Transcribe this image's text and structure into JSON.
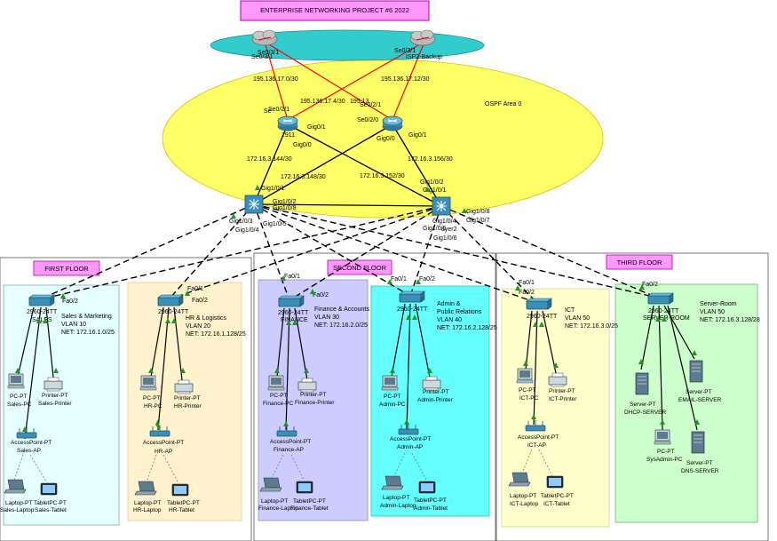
{
  "title": "ENTERPRISE NETWORKING PROJECT #6 2022",
  "isp": {
    "left_label": "Se0/3/1",
    "right_label": "Se0/3/1",
    "left_partial": "Se0/3/1",
    "right_top": "Se0/3/1",
    "backup_label": "ISP2-Backup"
  },
  "area": {
    "label": "OSPF Area 0"
  },
  "wan": {
    "net1": "195.136.17.0/30",
    "net2": "195.136.17.4/30",
    "net3": "195.13",
    "net4": "195.136.17.12/30"
  },
  "routers": {
    "r1": {
      "name": "2911",
      "se_a": "Se0/2/1",
      "se_b": "Se",
      "gig1": "Gig0/1",
      "gig0": "Gig0/0"
    },
    "r2": {
      "se_a": "Se0/2/1",
      "se_b": "Se0/2/0",
      "gig0": "Gig0/0",
      "gig1": "Gig0/1"
    }
  },
  "links": {
    "l1": "172.16.3.144/30",
    "l2": "172.16.3.148/30",
    "l3": "172.16.3.152/30",
    "l4": "172.16.3.156/30"
  },
  "core": {
    "c1": {
      "p1": "Gig1/0/1",
      "p2": "Gig1/0/2",
      "p3": "Gig1/0/8",
      "p4": "Gig1/0/3",
      "p5": "Gig1/0/4",
      "p6": "Gig1/0/5"
    },
    "c2": {
      "p1": "Gig1/0/2",
      "p2": "Gig1/0/1",
      "p3": "Gig1/0/8",
      "p4": "Gig1/0/7",
      "p5": "Gig1/0/5",
      "p6": "Gig1/0/6",
      "p7": "Gig1/0/4",
      "p8": "ayer2"
    }
  },
  "floors": {
    "first": "FIRST FLOOR",
    "second": "SECOND FLOOR",
    "third": "THIRD FLOOR"
  },
  "departments": [
    {
      "switch": "2960-24TT",
      "switch_name": "SALES",
      "port": "Fa0/2",
      "name": "Sales & Marketing",
      "vlan": "VLAN 10",
      "net": "NET: 172.16.1.0/25",
      "pc_type": "PC-PT",
      "pc": "Sales-PC",
      "printer_type": "Printer-PT",
      "printer": "Sales-Printer",
      "ap_type": "AccessPoint-PT",
      "ap": "Sales-AP",
      "laptop_type": "Laptop-PT",
      "laptop": "Sales-Laptop",
      "tablet_type": "TabletPC-PT",
      "tablet": "Sales-Tablet"
    },
    {
      "switch": "2960-24TT",
      "switch_name": "",
      "port": "Fa0/1",
      "port2": "Fa0/2",
      "name": "HR & Logistics",
      "vlan": "VLAN 20",
      "net": "NET: 172.16.1.128/25",
      "pc_type": "PC-PT",
      "pc": "HR-PC",
      "printer_type": "Printer-PT",
      "printer": "HR-Printer",
      "ap_type": "AccessPoint-PT",
      "ap": "HR-AP",
      "laptop_type": "Laptop-PT",
      "laptop": "HR-Laptop",
      "tablet_type": "TabletPC-PT",
      "tablet": "HR-Tablet"
    },
    {
      "switch": "2960-24TT",
      "switch_name": "FINANCE",
      "port": "Fa0/1",
      "port2": "Fa0/2",
      "name": "Finance & Accounts",
      "vlan": "VLAN 30",
      "net": "NET: 172.16.2.0/25",
      "pc_type": "PC-PT",
      "pc": "Finance-PC",
      "printer_type": "Printer-PT",
      "printer": "Finance-Printer",
      "ap_type": "AccessPoint-PT",
      "ap": "Finance-AP",
      "laptop_type": "Laptop-PT",
      "laptop": "Finance-Laptop",
      "tablet_type": "TabletPC-PT",
      "tablet": "Finance-Tablet"
    },
    {
      "switch": "2960-24TT",
      "switch_name": "",
      "port": "Fa0/1",
      "port2": "Fa0/2",
      "name": "Admin  &",
      "name2": "Public Relations",
      "vlan": "VLAN 40",
      "net": "NET: 172.16.2.128/25",
      "pc_type": "PC-PT",
      "pc": "Admin-PC",
      "printer_type": "Printer-PT",
      "printer": "Admin-Printer",
      "ap_type": "AccessPoint-PT",
      "ap": "Admin-AP",
      "laptop_type": "Laptop-PT",
      "laptop": "Admin-Laptop",
      "tablet_type": "TabletPC-PT",
      "tablet": "Admin-Tablet"
    },
    {
      "switch": "2960-24TT",
      "switch_name": "",
      "port": "Fa0/1",
      "port2": "Fa0/2",
      "name": "ICT",
      "vlan": "VLAN 50",
      "net": "NET: 172.16.3.0/25",
      "pc_type": "PC-PT",
      "pc": "ICT-PC",
      "printer_type": "Printer-PT",
      "printer": "ICT-Printer",
      "ap_type": "AccessPoint-PT",
      "ap": "ICT-AP",
      "laptop_type": "Laptop-PT",
      "laptop": "ICT-Laptop",
      "tablet_type": "TabletPC-PT",
      "tablet": "ICT-Tablet"
    },
    {
      "switch": "2960-24TT",
      "switch_name": "SERVER-ROOM",
      "port": "Fa0/2",
      "name": "Server-Room",
      "vlan": "VLAN 50",
      "net": "NET: 172.16.3.128/28",
      "srv1_type": "Server-PT",
      "srv1": "DHCP-SERVER",
      "srv2_type": "Server-PT",
      "srv2": "EMAIL-SERVER",
      "pc_type": "PC-PT",
      "pc": "SysAdmin-PC",
      "srv3_type": "Server-PT",
      "srv3": "DNS-SERVER"
    }
  ],
  "colors": {
    "isp_cloud": "#33cccc",
    "area": "#ffff66",
    "title_box": "#ff99ff",
    "sales_bg": "#e6ffff",
    "hr_bg": "#fff2cc",
    "finance_bg": "#ccccff",
    "admin_bg": "#66ffff",
    "ict_bg": "#ffffcc",
    "server_bg": "#ccffcc",
    "serial_link": "#ff0000"
  }
}
